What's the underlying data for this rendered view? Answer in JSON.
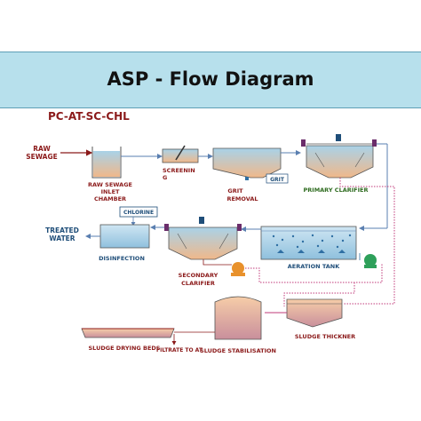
{
  "header": {
    "title": "ASP - Flow Diagram",
    "subtitle": "PC-AT-SC-CHL"
  },
  "labels": {
    "raw_sewage_line1": "RAW",
    "raw_sewage_line2": "SEWAGE",
    "inlet_line1": "RAW SEWAGE",
    "inlet_line2": "INLET",
    "inlet_line3": "CHAMBER",
    "screening_line1": "SCREENIN",
    "screening_line2": "G",
    "grit_line1": "GRIT",
    "grit_line2": "REMOVAL",
    "grit_tag": "GRIT",
    "primary_clarifier": "PRIMARY CLARIFIER",
    "chlorine": "CHLORINE",
    "treated_line1": "TREATED",
    "treated_line2": "WATER",
    "disinfection": "DISINFECTION",
    "secondary_line1": "SECONDARY",
    "secondary_line2": "CLARIFIER",
    "aeration_tank": "AERATION TANK",
    "sludge_thickner": "SLUDGE THICKNER",
    "sludge_drying": "SLUDGE DRYING BEDS",
    "filtrate": "FILTRATE TO AT",
    "sludge_stabilisation": "SLUDGE STABILISATION"
  },
  "colors": {
    "banner": "#b7e0ec",
    "label_red": "#8b1a1a",
    "label_blue": "#1f4e79",
    "label_green": "#2e6b1f",
    "flow_line": "#5a7fb0",
    "sludge_line": "#c0397a",
    "tank_top": "#a9d2e8",
    "tank_bottom": "#f0b88a"
  }
}
